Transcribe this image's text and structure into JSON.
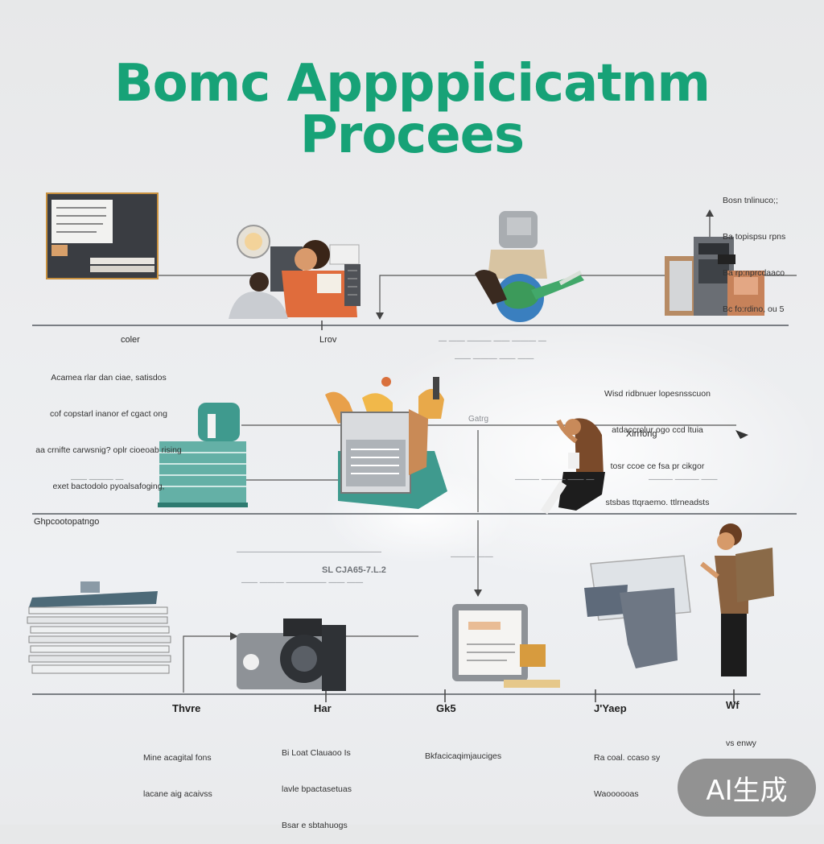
{
  "title": "Bomc Appppicicatnm Procees",
  "colors": {
    "title": "#17a277",
    "line": "#555a60",
    "teal": "#3f9a8e",
    "orange": "#e07a48",
    "brown": "#7a4a2a"
  },
  "badge": "AI生成",
  "top_right_note": [
    "Bosn tnlinuco;;",
    "Ba topispsu rpns",
    "Ba rp:nprcdaaco",
    "Bc fo:rdino, ou 5"
  ],
  "row1_labels": {
    "left": "coler",
    "mid": "Lrov"
  },
  "row1_left_note": [
    "Acamea rlar dan ciae, satisdos",
    "cof copstarl inanor ef cgact ong",
    "aa crnifte carwsnig? oplr cioeoab rising",
    "exet bactodolo pyoalsafoging,"
  ],
  "row1_faint": [
    "— —— ——— —— ——— —",
    "—— ——— —— ——"
  ],
  "row1_right_note": [
    "Wisd ridbnuer lopesnsscuon",
    "atdaccrolur ogo ccd ltuia",
    "tosr ccoe ce fsa pr cikgor",
    "stsbas ttqraemo. ttlrneadsts"
  ],
  "row2_labels": {
    "right": "Xirrfong",
    "mid_small": "Gatrg",
    "left_bottom": "Ghpcootopatngo"
  },
  "row2_faint": [
    "—— ——— —",
    "——— ——— —— —",
    "——— ——— ——"
  ],
  "row3_faint_code": "SL CJA65-7.L.2",
  "row3_faint": [
    "——————————————————",
    "—— ——— ————— —— ——",
    "——— ——"
  ],
  "bottom_labels": [
    "Thvre",
    "Har",
    "Gk5",
    "J'Yaep",
    "Wf"
  ],
  "bottom_notes": [
    [
      "Mine acagital fons",
      "lacane aig acaivss"
    ],
    [
      "Bi Loat Clauaoo Is",
      "lavle bpactasetuas",
      "Bsar e sbtahuogs"
    ],
    [
      "Bkfacicaqimjauciges"
    ],
    [
      "Ra coal. ccaso sy",
      "Waoooooas"
    ],
    [
      "vs enwy"
    ]
  ]
}
